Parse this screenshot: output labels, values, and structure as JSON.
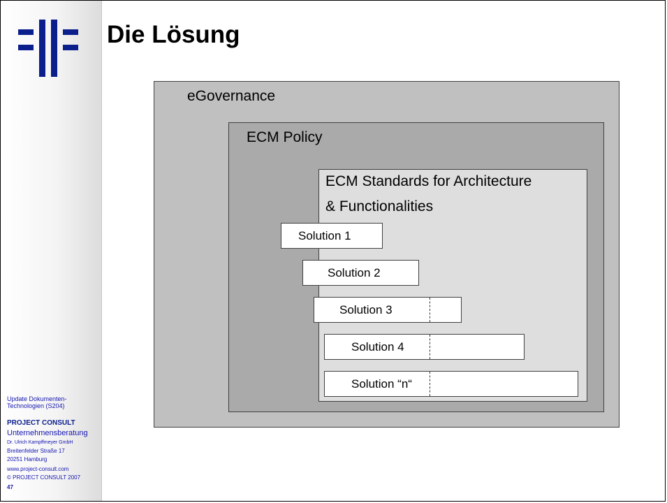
{
  "slide": {
    "title": "Die Lösung"
  },
  "diagram": {
    "governance_label": "eGovernance",
    "policy_label": "ECM Policy",
    "standards_label_line1": "ECM Standards for Architecture",
    "standards_label_line2": "& Functionalities",
    "solutions": [
      "Solution 1",
      "Solution 2",
      "Solution 3",
      "Solution 4",
      "Solution “n“"
    ]
  },
  "sidebar": {
    "course_line1": "Update Dokumenten-",
    "course_line2": "Technologien (S204)",
    "company": "PROJECT  CONSULT",
    "company_sub": "Unternehmensberatung",
    "person": "Dr. Ulrich Kampffmeyer  GmbH",
    "street": "Breitenfelder Straße 17",
    "city": "20251 Hamburg",
    "website": "www.project-consult.com",
    "copyright": "© PROJECT CONSULT  2007",
    "page_number": "47"
  },
  "colors": {
    "egov_bg": "#c0c0c0",
    "policy_bg": "#aaaaaa",
    "standards_bg": "#dedede",
    "logo_blue": "#0a1e8c",
    "footer_text": "#1515b0"
  }
}
